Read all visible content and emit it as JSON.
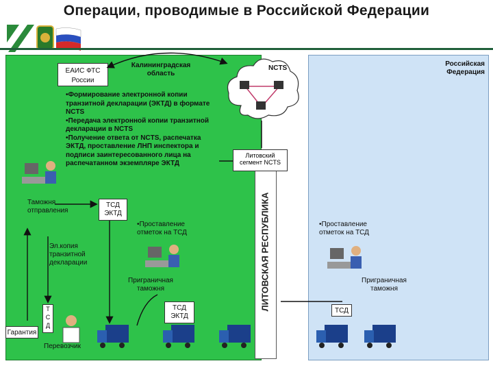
{
  "title": "Операции, проводимые в Российской Федерации",
  "labels": {
    "eais": "ЕАИС ФТС России",
    "kaliningrad": "Калининградская область",
    "ncts": "NCTS",
    "rf": "Российская Федерация",
    "lt_segment": "Литовский сегмент NCTS",
    "lt_republic": "ЛИТОВСКАЯ РЕСПУБЛИКА",
    "customs_departure": "Таможня отправления",
    "tsd_ektd": "ТСД ЭКТД",
    "marks_tsd_1": "•Проставление отметок на ТСД",
    "marks_tsd_2": "•Проставление отметок на ТСД",
    "el_copy": "Эл.копия транзитной декларации",
    "border_customs_1": "Приграничная таможня",
    "border_customs_2": "Приграничная таможня",
    "tsd_ektd_2": "ТСД ЭКТД",
    "tsd_vertical": "Т С Д",
    "guarantee": "Гарантия",
    "carrier": "Перевозчик",
    "tsd_rf": "ТСД"
  },
  "bullets": [
    "•Формирование электронной копии транзитной декларации (ЭКТД) в формате NCTS",
    "•Передача электронной копии транзитной декларации в NCTS",
    "•Получение ответа от NCTS, распечатка ЭКТД, проставление ЛНП инспектора и подписи заинтересованного лица на распечатанном экземпляре ЭКТД"
  ],
  "colors": {
    "green": "#2ec24a",
    "blue": "#cfe3f6",
    "dark_green": "#1f5f3a"
  }
}
